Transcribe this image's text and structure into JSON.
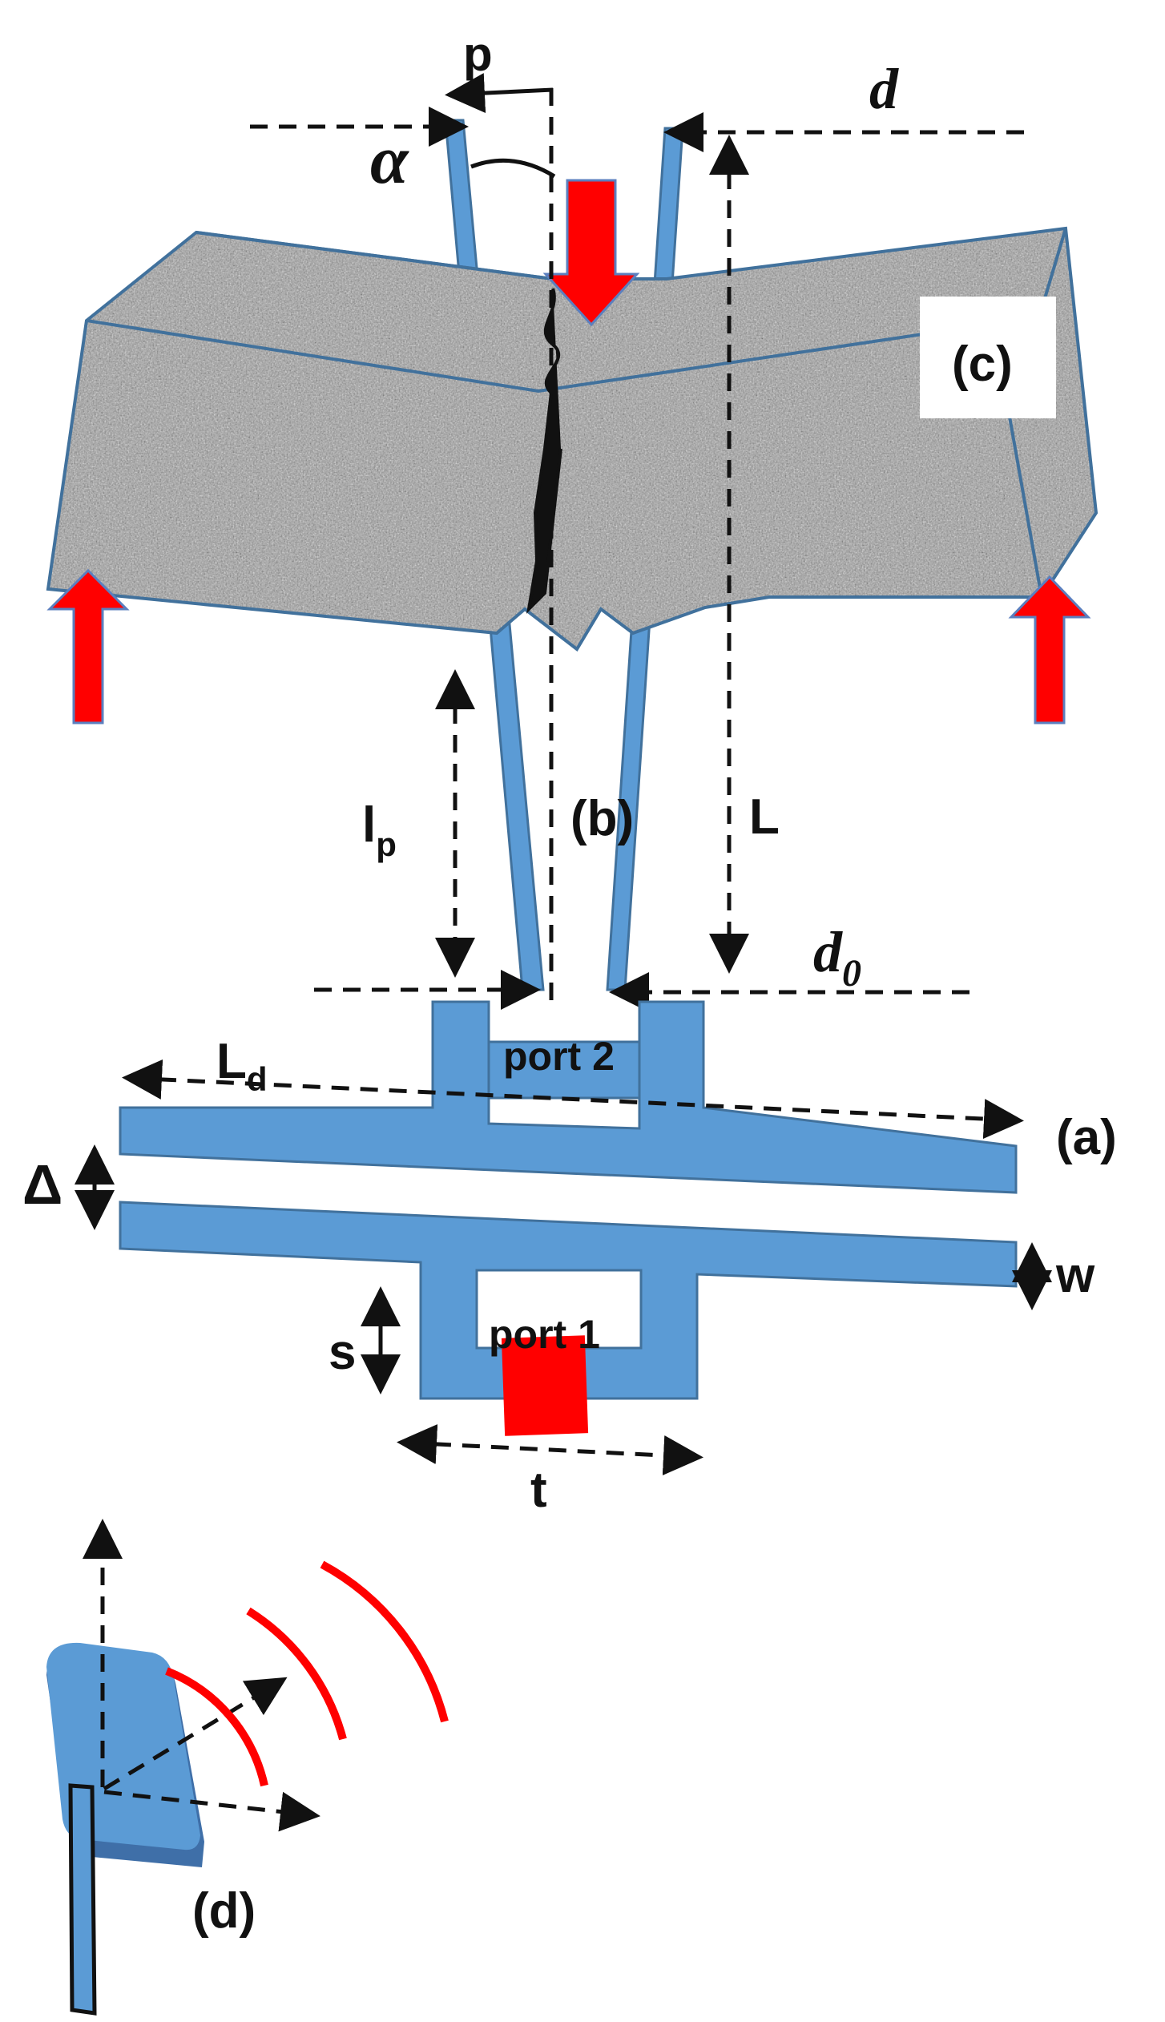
{
  "labels": {
    "p": "p",
    "alpha": "α",
    "d": "d",
    "c": "(c)",
    "lp_main": "l",
    "lp_sub": "p",
    "b": "(b)",
    "L": "L",
    "d0_main": "d",
    "d0_sub": "0",
    "Ld_main": "L",
    "Ld_sub": "d",
    "port2": "port 2",
    "a": "(a)",
    "delta": "Δ",
    "w": "w",
    "s": "s",
    "port1": "port 1",
    "t": "t",
    "dd": "(d)"
  },
  "colors": {
    "metal_blue": "#5b9bd5",
    "metal_edge": "#41719c",
    "load_red": "#ff0000",
    "wave_red": "#ff0000",
    "concrete_grey": "#9a9a9a"
  }
}
